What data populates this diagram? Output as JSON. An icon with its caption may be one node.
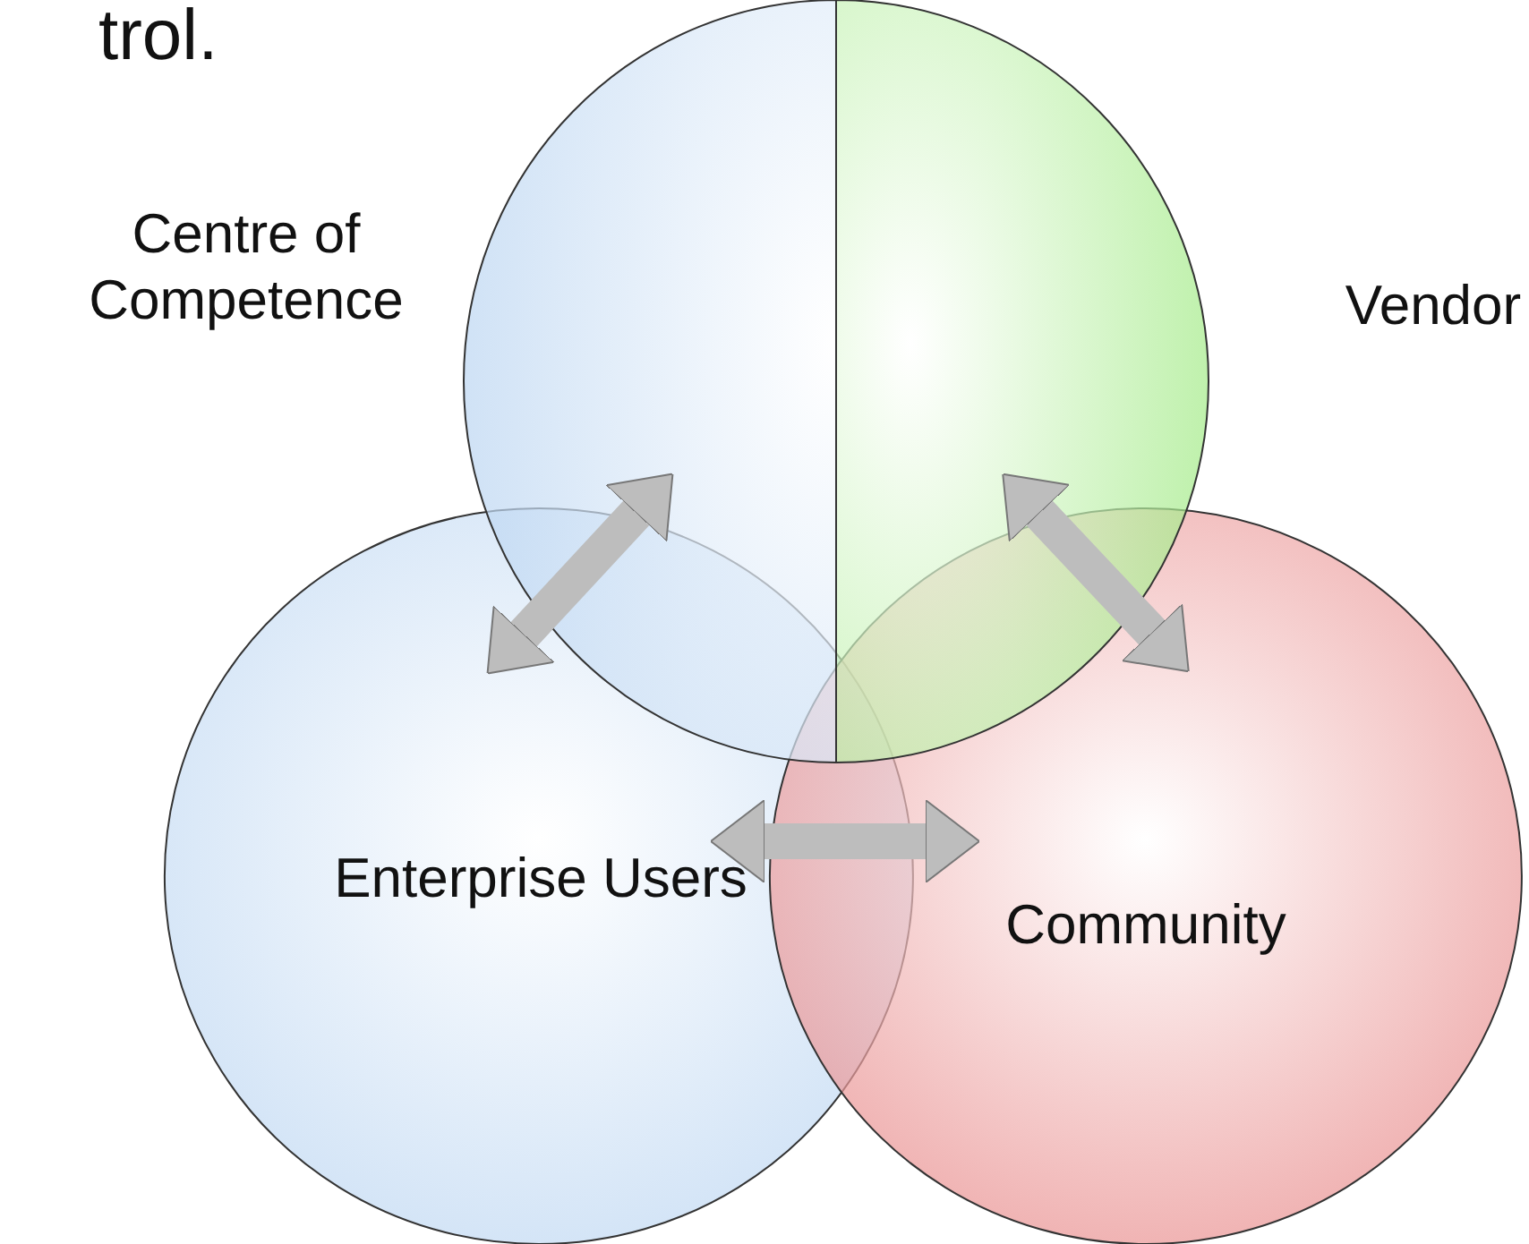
{
  "diagram": {
    "nodes": [
      {
        "text": [
          "Centre of Competence"
        ]
      },
      {
        "text": [
          "Vendor"
        ]
      },
      {
        "text": [
          "Enterprise Users"
        ]
      },
      {
        "text": [
          "Community"
        ]
      }
    ],
    "edges": [
      {
        "from": 2,
        "to": 0,
        "arrow": "both"
      },
      {
        "from": 1,
        "to": 3,
        "arrow": "both"
      },
      {
        "from": 2,
        "to": 3,
        "arrow": "both"
      }
    ],
    "labels": [
      "trol."
    ]
  }
}
